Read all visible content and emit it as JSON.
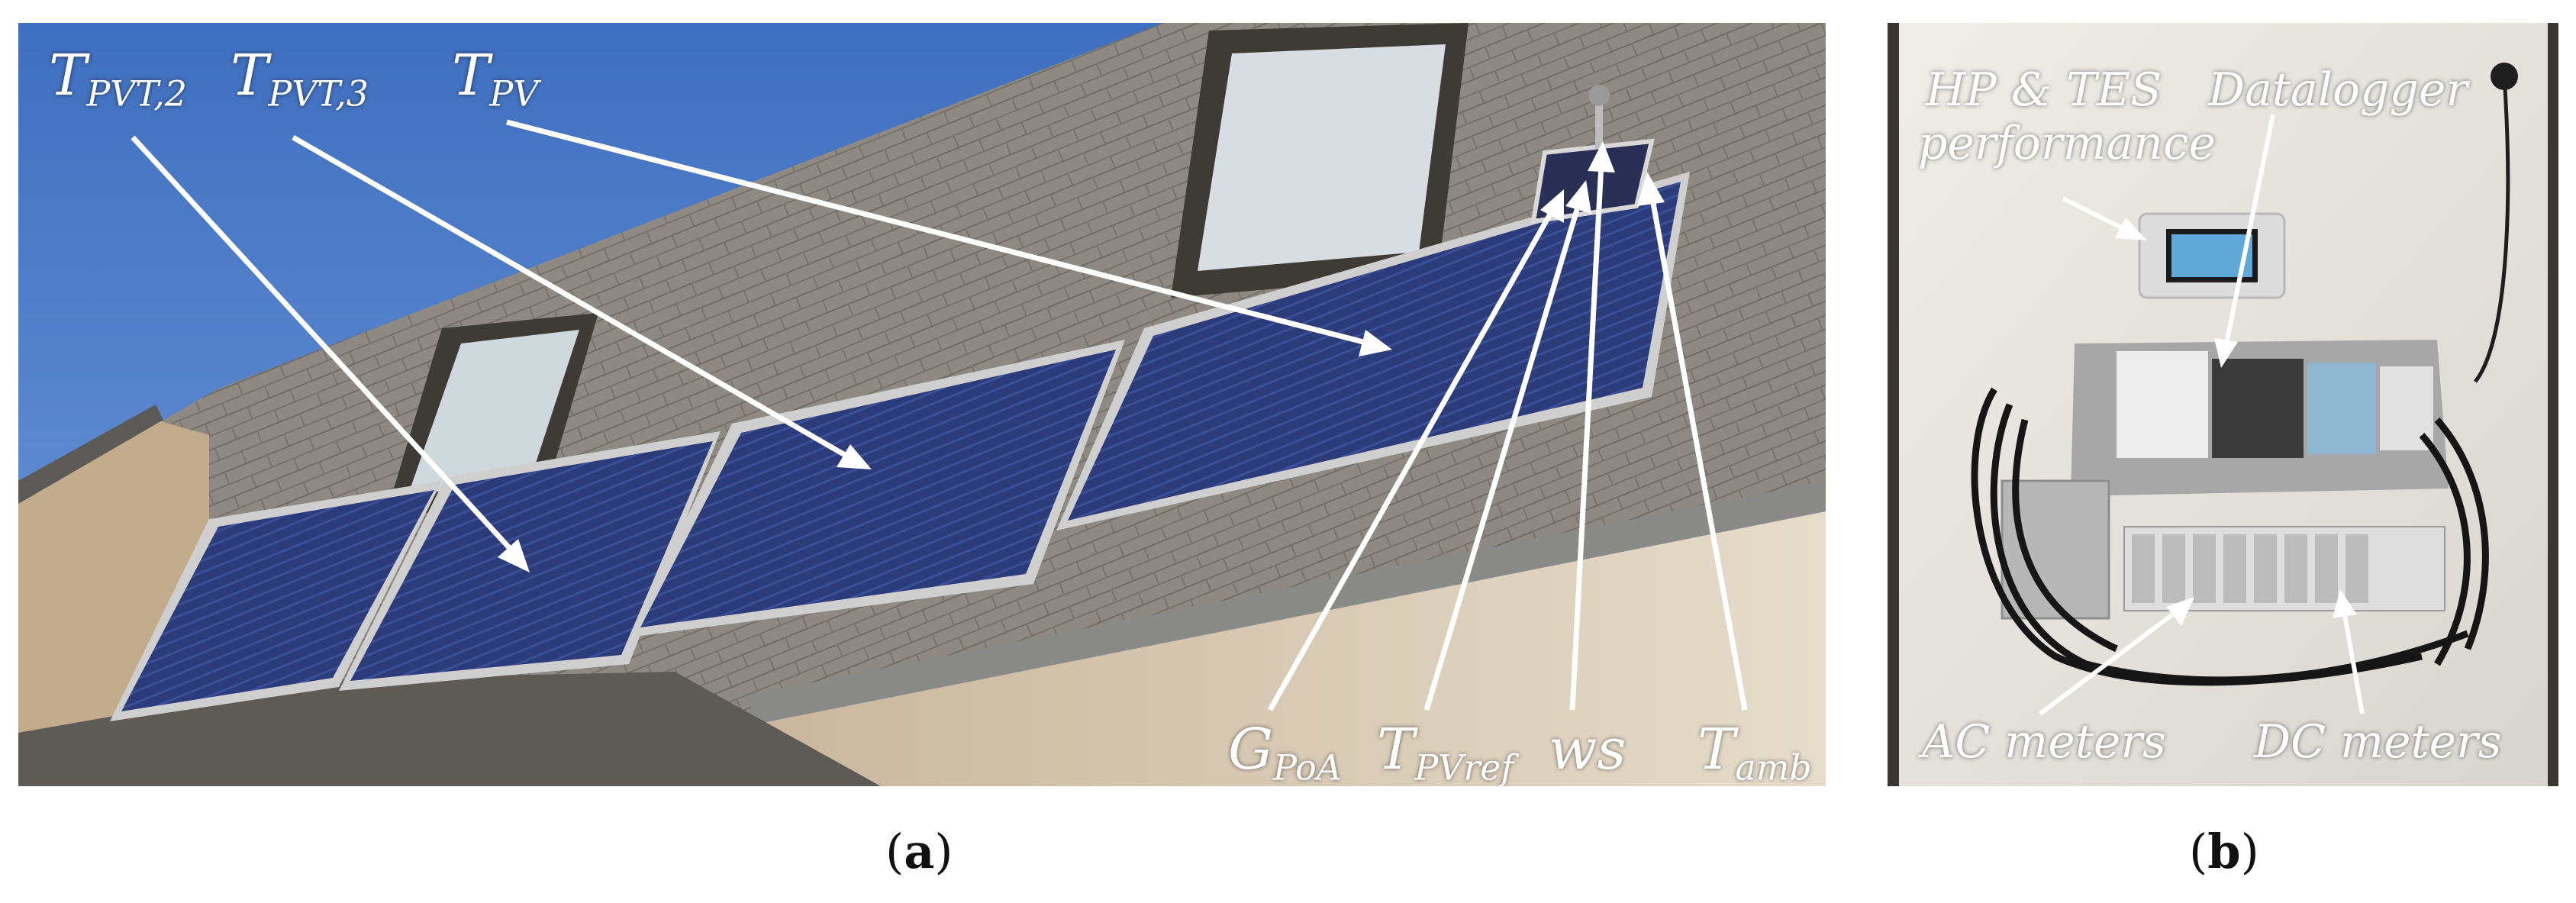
{
  "panel_a": {
    "labels": {
      "t_pvt2": {
        "main": "T",
        "sub": "PVT,2"
      },
      "t_pvt3": {
        "main": "T",
        "sub": "PVT,3"
      },
      "t_pv": {
        "main": "T",
        "sub": "PV"
      },
      "g_poa": {
        "main": "G",
        "sub": "PoA"
      },
      "t_pvref": {
        "main": "T",
        "sub": "PVref"
      },
      "ws": {
        "main": "ws"
      },
      "t_amb": {
        "main": "T",
        "sub": "amb"
      }
    }
  },
  "panel_b": {
    "labels": {
      "hp_tes_line1": "HP & TES",
      "hp_tes_line2": "performance",
      "datalogger": "Datalogger",
      "ac_meters": "AC meters",
      "dc_meters": "DC meters"
    }
  },
  "captions": {
    "a_open": "(",
    "a_letter": "a",
    "a_close": ")",
    "b_open": "(",
    "b_letter": "b",
    "b_close": ")"
  },
  "colors": {
    "sky": "#4a78c4",
    "roof": "#8c8780",
    "panel_blue": "#2b3a78",
    "wall": "#e9e6e0",
    "annotation": "#ffffff"
  }
}
